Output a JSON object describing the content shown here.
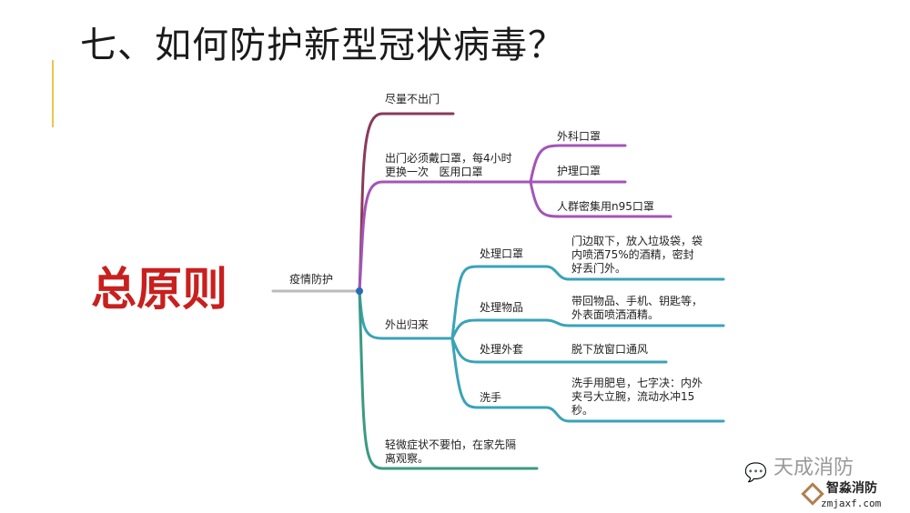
{
  "title": "七、如何防护新型冠状病毒？",
  "principle": "总原则",
  "mindmap": {
    "root": "疫情防护",
    "branches": [
      {
        "label": "尽量不出门",
        "color": "#8a3a5c"
      },
      {
        "label_line1": "出门必须戴口罩，每4小时",
        "label_line2": "更换一次",
        "sub_label": "医用口罩",
        "color": "#a454b8",
        "children": [
          "外科口罩",
          "护理口罩",
          "人群密集用n95口罩"
        ]
      },
      {
        "label": "外出归来",
        "color": "#3aa3b8",
        "children": [
          {
            "label": "处理口罩",
            "detail": [
              "门边取下，放入垃圾袋，袋",
              "内喷洒75%的酒精，密封",
              "好丢门外。"
            ]
          },
          {
            "label": "处理物品",
            "detail": [
              "带回物品、手机、钥匙等，",
              "外表面喷洒酒精。"
            ]
          },
          {
            "label": "处理外套",
            "detail": [
              "脱下放窗口通风"
            ]
          },
          {
            "label": "洗手",
            "detail": [
              "洗手用肥皂，七字决：内外",
              "夹弓大立腕，流动水冲15",
              "秒。"
            ]
          }
        ]
      },
      {
        "label": [
          "轻微症状不要怕，在家先隔",
          "离观察。"
        ],
        "color": "#3a9a82"
      }
    ]
  },
  "watermark": {
    "wechat": "天成消防",
    "brand": "智淼消防",
    "site": "zmjaxf.com"
  }
}
